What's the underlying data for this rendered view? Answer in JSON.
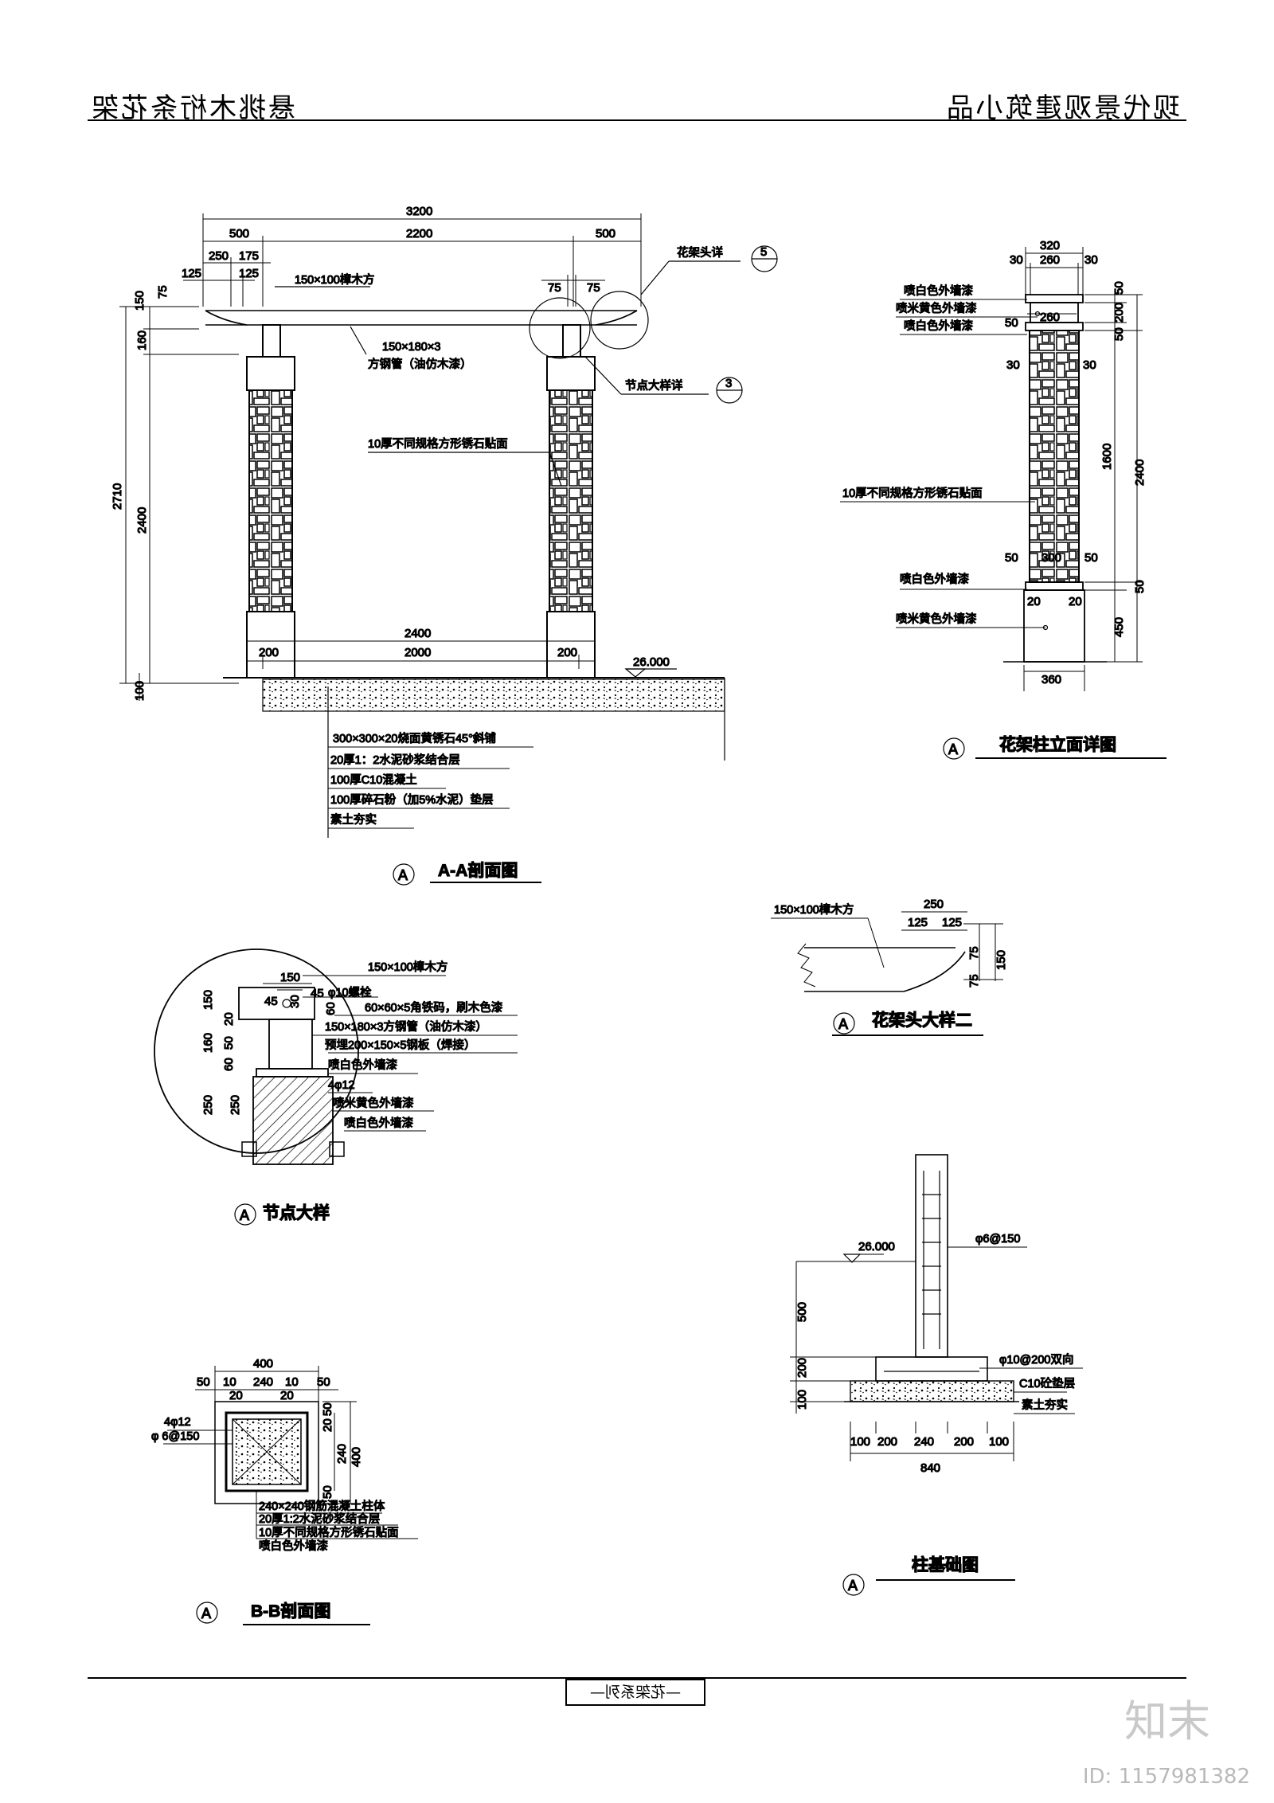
{
  "header": {
    "left": "悬挑木桁条花架",
    "right": "现代景观建筑小品"
  },
  "footer": {
    "label": "—花架系列—"
  },
  "watermark": {
    "logo": "知末",
    "id": "ID: 1157981382"
  },
  "aa": {
    "title": "A-A剖面图",
    "marker": "A",
    "dims": {
      "d3200": "3200",
      "d500a": "500",
      "d2200": "2200",
      "d500b": "500",
      "d250": "250",
      "d175": "175",
      "d125a": "125",
      "d125b": "125",
      "d75a": "75",
      "d75b": "75",
      "d75c": "75",
      "d150": "150",
      "d160": "160",
      "d2710": "2710",
      "d2400v": "2400",
      "d100": "100",
      "d2400h": "2400",
      "d200a": "200",
      "d2000": "2000",
      "d200b": "200"
    },
    "elevation": "26.000",
    "labels": {
      "beam": "150×100樟木方",
      "pipe1": "150×180×3",
      "pipe2": "方钢管（油仿木漆）",
      "stone": "10厚不同规格方形锈石贴面",
      "head": "花架头详",
      "head_no": "5",
      "node": "节点大样详",
      "node_no": "3"
    },
    "layers": [
      "300×300×20烧面黄锈石45°斜铺",
      "20厚1：2水泥砂浆结合层",
      "100厚C10混凝土",
      "100厚碎石粉（加5%水泥）垫层",
      "素土夯实"
    ]
  },
  "col": {
    "title": "花架柱立面详图",
    "marker": "A",
    "dims": {
      "d320": "320",
      "d30a": "30",
      "d260": "260",
      "d30b": "30",
      "d50a": "50",
      "d200": "200",
      "d260b": "260",
      "d50b": "50",
      "d30c": "30",
      "d30d": "30",
      "d1600": "1600",
      "d2400": "2400",
      "d50c": "50",
      "d300": "300",
      "d50d": "50",
      "d50e": "50",
      "d20a": "20",
      "d20b": "20",
      "d450": "450",
      "d360": "360"
    },
    "labels": {
      "white1": "喷白色外墙漆",
      "yellow1": "喷米黄色外墙漆",
      "white2": "喷白色外墙漆",
      "stone": "10厚不同规格方形锈石贴面",
      "white3": "喷白色外墙漆",
      "yellow2": "喷米黄色外墙漆"
    }
  },
  "node": {
    "title": "节点大样",
    "marker": "A",
    "labels": [
      "150×100樟木方",
      "φ10螺栓",
      "60×60×5角铁码，刷木色漆",
      "150×180×3方钢管（油仿木漆）",
      "预埋200×150×5钢板（焊接）",
      "喷白色外墙漆",
      "4φ12",
      "喷米黄色外墙漆",
      "喷白色外墙漆"
    ],
    "dims": {
      "d150t": "150",
      "d45a": "45",
      "d45b": "45",
      "d30": "30",
      "d20": "20",
      "d60": "60",
      "d150v": "150",
      "d160": "160",
      "d50": "50",
      "d60b": "60",
      "d250a": "250",
      "d250b": "250"
    }
  },
  "head": {
    "title": "花架头大样二",
    "marker": "A",
    "label": "150×100樟木方",
    "dims": {
      "d250": "250",
      "d125a": "125",
      "d125b": "125",
      "d75a": "75",
      "d75b": "75",
      "d150": "150"
    }
  },
  "bb": {
    "title": "B-B剖面图",
    "marker": "A",
    "dims": {
      "d400": "400",
      "d50a": "50",
      "d10a": "10",
      "d240": "240",
      "d10b": "10",
      "d50b": "50",
      "d20a": "20",
      "d20b": "20",
      "d50c": "50",
      "d240v": "240",
      "d400v": "400",
      "d20c": "20",
      "d50d": "50"
    },
    "labels": {
      "rebar": "4φ12",
      "stirrup": "φ 6@150"
    },
    "layers": [
      "240×240钢筋混凝土柱体",
      "20厚1:2水泥砂浆结合层",
      "10厚不同规格方形锈石贴面",
      "喷白色外墙漆"
    ]
  },
  "found": {
    "title": "柱基础图",
    "marker": "A",
    "elevation": "26.000",
    "labels": {
      "stirrup": "φ6@150",
      "mesh": "φ10@200双向",
      "pad": "C10砼垫层",
      "soil": "素土夯实"
    },
    "dims": {
      "d500": "500",
      "d200": "200",
      "d100": "100",
      "b100a": "100",
      "b200a": "200",
      "b240": "240",
      "b200b": "200",
      "b100b": "100",
      "d840": "840"
    }
  }
}
